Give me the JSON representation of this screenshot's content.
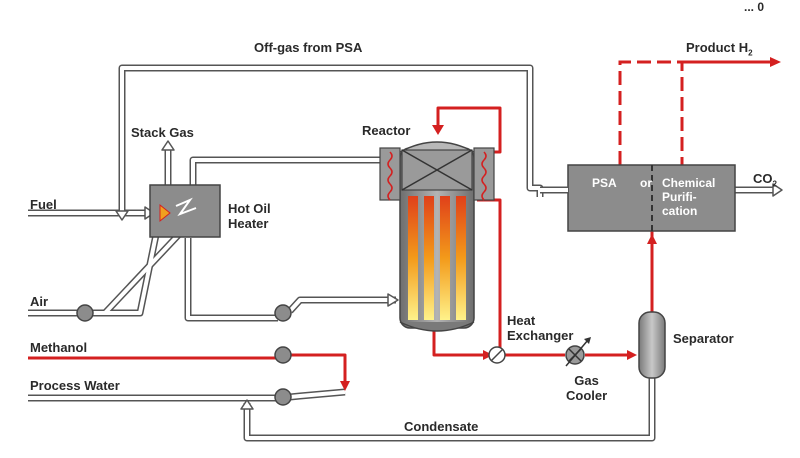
{
  "header_text": "... 0",
  "labels": {
    "off_gas": "Off-gas from PSA",
    "product": "Product H",
    "product_sub": "2",
    "stack_gas": "Stack Gas",
    "reactor": "Reactor",
    "co2": "CO",
    "co2_sub": "2",
    "fuel": "Fuel",
    "hot_oil_heater": "Hot Oil\nHeater",
    "air": "Air",
    "methanol": "Methanol",
    "process_water": "Process Water",
    "heat_exchanger": "Heat\nExchanger",
    "gas_cooler": "Gas\nCooler",
    "separator": "Separator",
    "condensate": "Condensate",
    "psa": "PSA",
    "psa_or": "or",
    "chemical_purification": "Chemical\nPurifi-\ncation"
  },
  "colors": {
    "hot_stream": "#d42020",
    "cold_stream": "#ffffff",
    "cold_outline": "#555555",
    "equipment": "#8c8c8c",
    "text": "#2a2a2a"
  }
}
